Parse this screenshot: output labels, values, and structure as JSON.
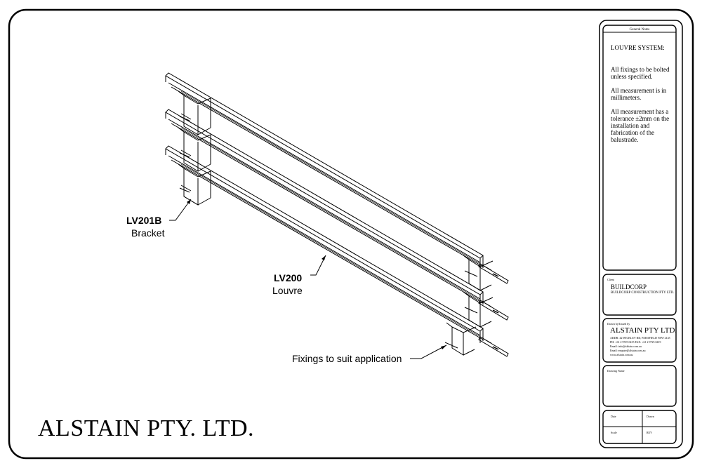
{
  "sheet": {
    "company_title": "ALSTAIN PTY. LTD."
  },
  "callouts": {
    "bracket": {
      "code": "LV201B",
      "name": "Bracket"
    },
    "louvre": {
      "code": "LV200",
      "name": "Louvre"
    },
    "fixings": {
      "text": "Fixings to suit application"
    }
  },
  "title_block": {
    "notes_heading": "General Notes",
    "notes_title": "LOUVRE SYSTEM:",
    "notes": [
      "All fixings to be bolted unless specified.",
      "All measurement is in millimeters.",
      "All measurement has a tolerance ±2mm on the installation and fabrication of the balustrade."
    ],
    "client_label": "Client",
    "client_name": "BUILDCORP",
    "client_sub": "BUILDCORP CONSTRUCTION PTY LTD.",
    "drafter_label": "Drawn by/Issued by",
    "drafter_name": "ALSTAIN PTY LTD.",
    "drafter_lines": [
      "ADDR: 42 WICKLEY RD, PARAFIELD NSW 2145",
      "PH: +61 2 9725 0415 FAX: +61 2 9725 0419",
      "Email: info@alstain.com.au",
      "Email: enquire@alstain.com.au",
      "www.alstain.com.au"
    ],
    "drawing_name_label": "Drawing Name",
    "date_label": "Date",
    "drawn_label": "Drawn",
    "scale_label": "Scale",
    "rev_label": "REV"
  }
}
